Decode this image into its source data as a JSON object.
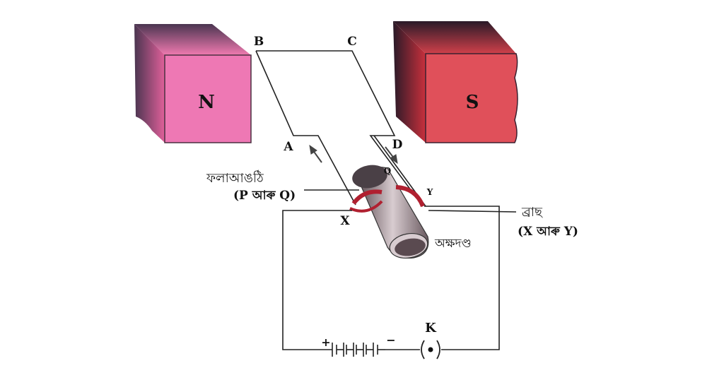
{
  "magnets": {
    "north": "N",
    "south": "S"
  },
  "coil_labels": {
    "a": "A",
    "b": "B",
    "c": "C",
    "d": "D"
  },
  "slip_rings": {
    "title": "ফলাআঙঠি",
    "subtitle": "(P আৰু Q)",
    "q_mark": "Q"
  },
  "brushes": {
    "title": "ব্ৰাছ",
    "subtitle": "(X আৰু Y)",
    "x": "X",
    "y": "Y"
  },
  "axle": "অক্ষদণ্ড",
  "battery": {
    "plus": "+",
    "minus": "−"
  },
  "key": "K",
  "colors": {
    "north": "#e8609a",
    "south": "#d8404a",
    "dark": "#3a2a40",
    "ring": "#b02030"
  }
}
